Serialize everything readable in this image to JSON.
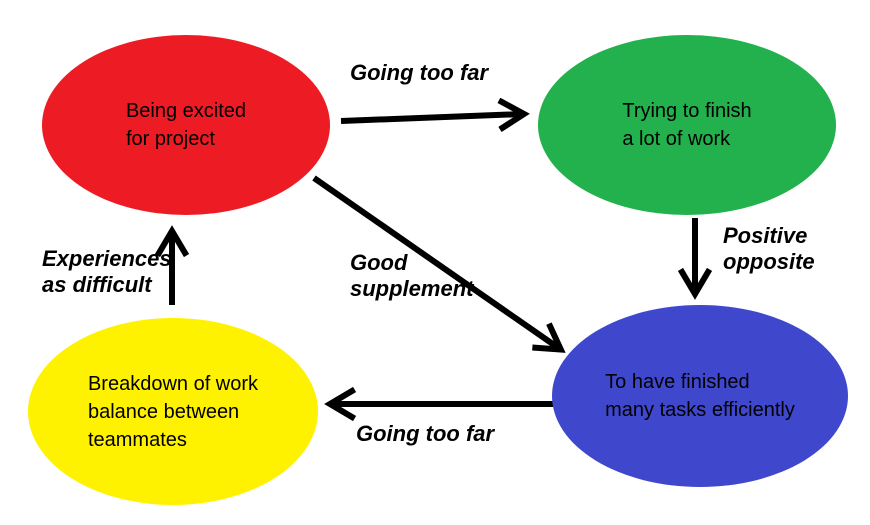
{
  "diagram": {
    "background_color": "#FFFFFF",
    "arrow_color": "#000000",
    "text_color": "#000000",
    "nodes": [
      {
        "id": "being-excited",
        "label": "Being excited\nfor project",
        "color": "#ED1C24"
      },
      {
        "id": "trying-to-finish",
        "label": "Trying to finish\na lot of work",
        "color": "#22B14C"
      },
      {
        "id": "finished-tasks",
        "label": "To have finished\nmany tasks efficiently",
        "color": "#3F48CC"
      },
      {
        "id": "work-breakdown",
        "label": "Breakdown of work\nbalance between\nteammates",
        "color": "#FFF200"
      }
    ],
    "edges": [
      {
        "from": "being-excited",
        "to": "trying-to-finish",
        "label": "Going too far"
      },
      {
        "from": "trying-to-finish",
        "to": "finished-tasks",
        "label": "Positive\nopposite"
      },
      {
        "from": "being-excited",
        "to": "finished-tasks",
        "label": "Good\nsupplement"
      },
      {
        "from": "finished-tasks",
        "to": "work-breakdown",
        "label": "Going too far"
      },
      {
        "from": "work-breakdown",
        "to": "being-excited",
        "label": "Experiences\nas difficult"
      }
    ]
  }
}
